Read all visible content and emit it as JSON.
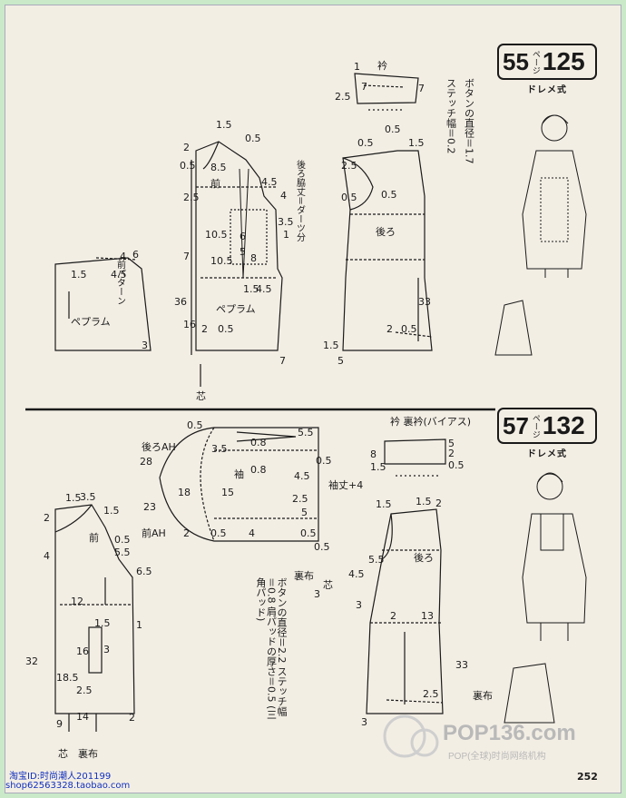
{
  "pattern55": {
    "ref_number": "55",
    "page_unit": "ページ",
    "page": "125",
    "subtitle": "ドレメ式",
    "button_note": "ボタンの直径＝1.7",
    "stitch_note": "ステッチ幅＝0.2",
    "collar_label": "衿",
    "front_label": "前",
    "back_label": "後ろ",
    "peplum_label": "ペプラム",
    "front_panel_label": "前パターン",
    "dart_label": "後ろ脇丈＝ダーツ分",
    "fold_label": "芯"
  },
  "pattern57": {
    "ref_number": "57",
    "page_unit": "ページ",
    "page": "132",
    "subtitle": "ドレメ式",
    "collar_label": "衿 裏衿(バイアス)",
    "sleeve_label": "袖",
    "sleeve_length_label": "袖丈+4",
    "back_ah_label": "後ろAH",
    "front_ah_label": "前AH",
    "front_label": "前",
    "back_label": "後ろ",
    "lining_label": "裏布",
    "fold_label": "芯",
    "notes": "ボタンの直径＝2.2 ステッチ幅＝0.8 肩パッドの厚さ＝0.5 (三角パッド)"
  },
  "measurements": {
    "m1": "1",
    "m2": "7",
    "m25": "2.5",
    "m7b": "7",
    "m15": "1.5",
    "m05": "0.5",
    "m2b": "2",
    "m85": "8.5",
    "m25b": "2.5",
    "m05b": "0.5",
    "m45": "4.5",
    "m4": "4",
    "m35": "3.5",
    "m1b": "1",
    "m105": "10.5",
    "m7c": "7",
    "m105b": "10.5",
    "m5": "5",
    "m6": "6",
    "m8": "8",
    "m36": "36",
    "m16": "16",
    "m2c": "2",
    "m05c": "0.5",
    "m15b": "1.5",
    "m45b": "4.5",
    "m7d": "7",
    "m15c": "1.5",
    "m4b": "4",
    "m6b": "6",
    "m45c": "4.5",
    "m3": "3",
    "m05d": "0.5",
    "m15d": "1.5",
    "m05e": "0.5",
    "m25c": "2.5",
    "m05f": "0.5",
    "m05g": "0.5",
    "m33": "33",
    "m2d": "2",
    "m05h": "0.5",
    "m15e": "1.5",
    "m5b": "5",
    "n05": "0.5",
    "n55": "5.5",
    "n35": "3.5",
    "n08": "0.8",
    "n08b": "0.8",
    "n28": "28",
    "n18": "18",
    "n15": "15",
    "n45": "4.5",
    "n25": "2.5",
    "n5": "5",
    "n23": "23",
    "n2": "2",
    "n05b": "0.5",
    "n4": "4",
    "n05c": "0.5",
    "n05d": "0.5",
    "n05e": "0.5",
    "n8": "8",
    "n15b": "1.5",
    "n5c": "5",
    "n2b": "2",
    "n05f": "0.5",
    "n3": "3",
    "n15c": "1.5",
    "n35b": "3.5",
    "n15d": "1.5",
    "n2c": "2",
    "n05g": "0.5",
    "n55b": "5.5",
    "n65": "6.5",
    "n4b": "4",
    "n12": "12",
    "n15e": "1.5",
    "n1": "1",
    "n3b": "3",
    "n32": "32",
    "n16": "16",
    "n185": "18.5",
    "n25b": "2.5",
    "n9": "9",
    "n14": "14",
    "n2d": "2",
    "n15f": "1.5",
    "n15g": "1.5",
    "n2e": "2",
    "n55c": "5.5",
    "n45b": "4.5",
    "n3c": "3",
    "n13": "13",
    "n2f": "2",
    "n33": "33",
    "n25c": "2.5",
    "n3d": "3"
  },
  "watermark": {
    "brand": "POP136.com",
    "sub": "POP(全球)时尚网络机构"
  },
  "shop": {
    "line1": "淘宝ID:时尚潮人201199",
    "line2": "shop62563328.taobao.com"
  },
  "page_number": "252"
}
